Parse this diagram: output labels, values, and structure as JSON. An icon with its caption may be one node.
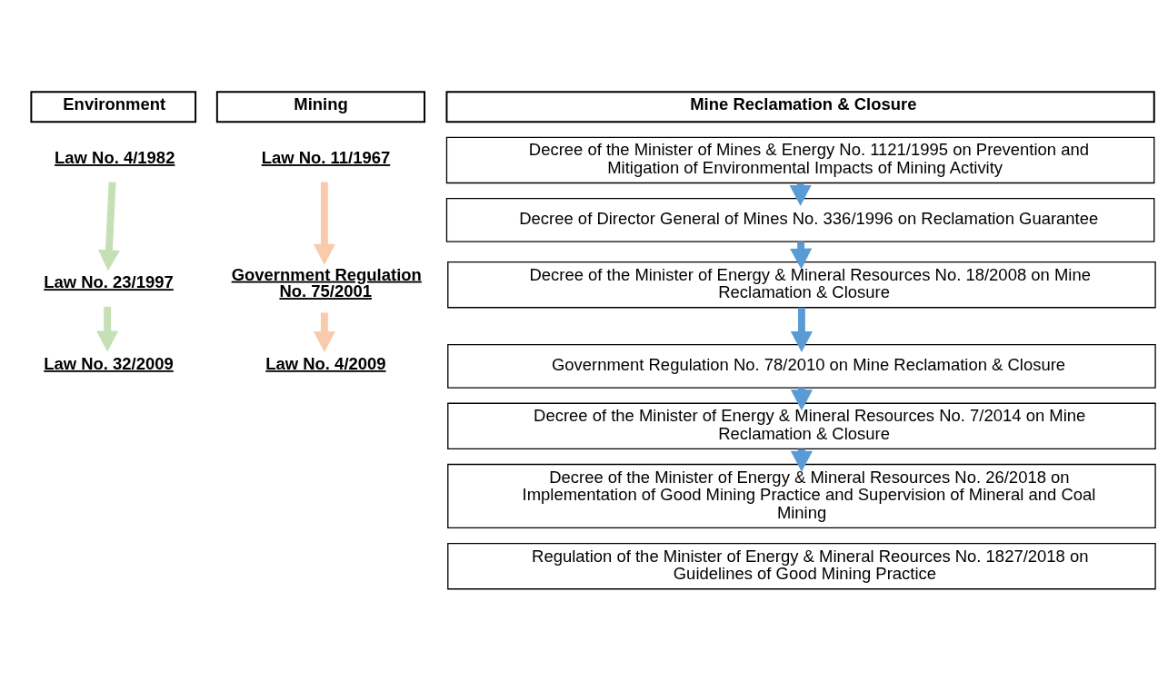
{
  "diagram": {
    "nodes": [
      {
        "text": [
          "Environment"
        ]
      },
      {
        "text": [
          "Mining"
        ]
      },
      {
        "text": [
          "Mine Reclamation & Closure"
        ]
      },
      {
        "text": [
          "Law No. 4/1982"
        ]
      },
      {
        "text": [
          "Law No. 11/1967"
        ]
      },
      {
        "text": [
          "Decree of the Minister of Mines & Energy No. 1121/1995 on Prevention and Mitigation of Environmental Impacts of Mining Activity"
        ]
      },
      {
        "text": [
          "Decree of Director General of Mines No. 336/1996 on Reclamation Guarantee"
        ]
      },
      {
        "text": [
          "Law No. 23/1997"
        ]
      },
      {
        "text": [
          "Government Regulation No. 75/2001"
        ]
      },
      {
        "text": [
          "Decree of the Minister of Energy & Mineral Resources No. 18/2008 on Mine Reclamation & Closure"
        ]
      },
      {
        "text": [
          "Law No. 32/2009"
        ]
      },
      {
        "text": [
          "Law No. 4/2009"
        ]
      },
      {
        "text": [
          "Government Regulation No. 78/2010 on Mine Reclamation & Closure"
        ]
      },
      {
        "text": [
          "Decree of the Minister of Energy & Mineral Resources No. 7/2014 on Mine Reclamation & Closure"
        ]
      },
      {
        "text": [
          "Decree of the Minister of Energy & Mineral Resources No. 26/2018 on Implementation of Good Mining Practice and Supervision of Mineral and Coal Mining"
        ]
      },
      {
        "text": [
          "Regulation of the Minister of Energy & Mineral Reources No. 1827/2018 on Guidelines of Good Mining Practice"
        ]
      }
    ],
    "edges": [
      {
        "from": 3,
        "to": 7,
        "arrow": "to",
        "color": "#c5e0b4"
      },
      {
        "from": 7,
        "to": 10,
        "arrow": "to",
        "color": "#c5e0b4"
      },
      {
        "from": 4,
        "to": 8,
        "arrow": "to",
        "color": "#f8cbad"
      },
      {
        "from": 8,
        "to": 11,
        "arrow": "to",
        "color": "#f8cbad"
      },
      {
        "from": 5,
        "to": 6,
        "arrow": "to"
      },
      {
        "from": 6,
        "to": 9,
        "arrow": "to"
      },
      {
        "from": 9,
        "to": 12,
        "arrow": "to"
      },
      {
        "from": 12,
        "to": 13,
        "arrow": "to"
      },
      {
        "from": 13,
        "to": 14,
        "arrow": "to"
      }
    ]
  }
}
